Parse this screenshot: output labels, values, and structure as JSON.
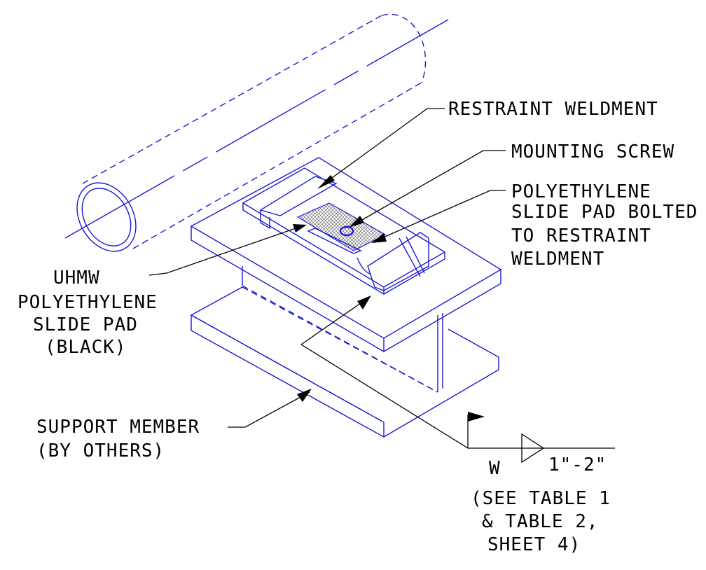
{
  "colors": {
    "drawing": "#1a1ad6",
    "leaders": "#000000",
    "pad_fill": "#c9c9c9",
    "background": "#ffffff"
  },
  "labels": {
    "restraint_weldment": "RESTRAINT WELDMENT",
    "mounting_screw": "MOUNTING SCREW",
    "poly_pad_bolted": [
      "POLYETHYLENE",
      "SLIDE PAD BOLTED",
      "TO RESTRAINT",
      "WELDMENT"
    ],
    "uhmw_pad": [
      "UHMW",
      "POLYETHYLENE",
      "SLIDE PAD",
      "(BLACK)"
    ],
    "support_member": [
      "SUPPORT MEMBER",
      "(BY OTHERS)"
    ]
  },
  "weld_symbol": {
    "weld_type": "W",
    "size": "1\"-2\"",
    "reference": [
      "(SEE TABLE 1",
      "& TABLE 2,",
      "SHEET 4)"
    ]
  }
}
